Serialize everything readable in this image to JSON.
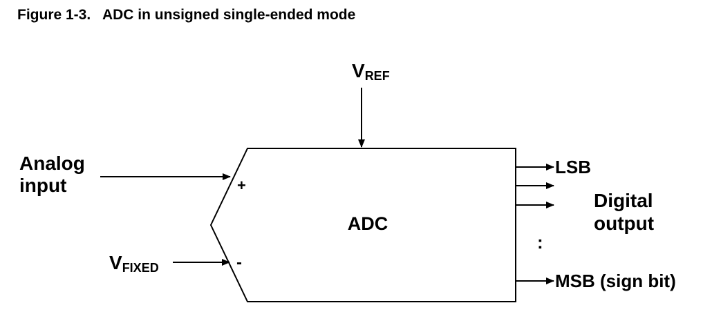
{
  "caption": {
    "figure": "Figure 1-3.",
    "title": "ADC in unsigned single-ended mode"
  },
  "diagram": {
    "block_label": "ADC",
    "vref": {
      "main": "V",
      "sub": "REF"
    },
    "vfixed": {
      "main": "V",
      "sub": "FIXED"
    },
    "analog_input": [
      "Analog",
      "input"
    ],
    "plus_sign": "+",
    "minus_sign": "-",
    "lsb": "LSB",
    "msb": "MSB (sign bit)",
    "digital_output": [
      "Digital",
      "output"
    ],
    "ellipsis": ":"
  }
}
